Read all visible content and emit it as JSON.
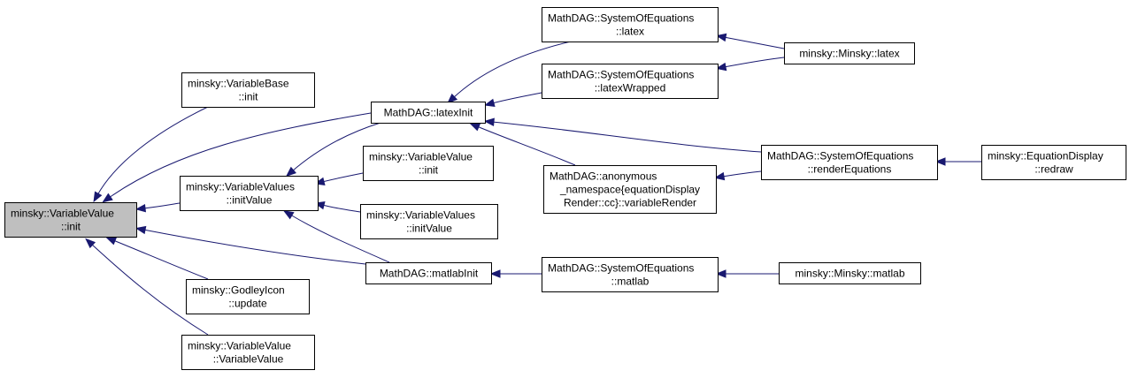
{
  "colors": {
    "edge": "#191970",
    "focus_fill": "#bfbfbf",
    "node_border": "#000000"
  },
  "nodes": [
    {
      "id": "vv_init",
      "focus": true,
      "lines": [
        "minsky::VariableValue",
        "::init"
      ]
    },
    {
      "id": "vb_init",
      "lines": [
        "minsky::VariableBase",
        "::init"
      ]
    },
    {
      "id": "vvs_initValue",
      "lines": [
        "minsky::VariableValues",
        "::initValue"
      ]
    },
    {
      "id": "godley_update",
      "lines": [
        "minsky::GodleyIcon",
        "::update"
      ]
    },
    {
      "id": "vv_ctor",
      "lines": [
        "minsky::VariableValue",
        "::VariableValue"
      ]
    },
    {
      "id": "latexInit",
      "lines": [
        "MathDAG::latexInit"
      ]
    },
    {
      "id": "vv_init2",
      "lines": [
        "minsky::VariableValue",
        "::init"
      ]
    },
    {
      "id": "vvs_initValue2",
      "lines": [
        "minsky::VariableValues",
        "::initValue"
      ]
    },
    {
      "id": "matlabInit",
      "lines": [
        "MathDAG::matlabInit"
      ]
    },
    {
      "id": "soe_latex",
      "lines": [
        "MathDAG::SystemOfEquations",
        "::latex"
      ]
    },
    {
      "id": "soe_latexWrapped",
      "lines": [
        "MathDAG::SystemOfEquations",
        "::latexWrapped"
      ]
    },
    {
      "id": "anon_variableRender",
      "lines": [
        "MathDAG::anonymous",
        "_namespace{equationDisplay",
        "Render::cc}::variableRender"
      ]
    },
    {
      "id": "soe_matlab",
      "lines": [
        "MathDAG::SystemOfEquations",
        "::matlab"
      ]
    },
    {
      "id": "minsky_latex",
      "lines": [
        "minsky::Minsky::latex"
      ]
    },
    {
      "id": "soe_renderEquations",
      "lines": [
        "MathDAG::SystemOfEquations",
        "::renderEquations"
      ]
    },
    {
      "id": "minsky_matlab",
      "lines": [
        "minsky::Minsky::matlab"
      ]
    },
    {
      "id": "eqdisplay_redraw",
      "lines": [
        "minsky::EquationDisplay",
        "::redraw"
      ]
    }
  ],
  "edges": [
    {
      "from": "vb_init",
      "to": "vv_init"
    },
    {
      "from": "latexInit",
      "to": "vv_init"
    },
    {
      "from": "vvs_initValue",
      "to": "vv_init"
    },
    {
      "from": "matlabInit",
      "to": "vv_init"
    },
    {
      "from": "godley_update",
      "to": "vv_init"
    },
    {
      "from": "vv_ctor",
      "to": "vv_init"
    },
    {
      "from": "latexInit",
      "to": "vvs_initValue"
    },
    {
      "from": "vv_init2",
      "to": "vvs_initValue"
    },
    {
      "from": "vvs_initValue2",
      "to": "vvs_initValue"
    },
    {
      "from": "matlabInit",
      "to": "vvs_initValue"
    },
    {
      "from": "soe_latex",
      "to": "latexInit"
    },
    {
      "from": "soe_latexWrapped",
      "to": "latexInit"
    },
    {
      "from": "soe_renderEquations",
      "to": "latexInit"
    },
    {
      "from": "anon_variableRender",
      "to": "latexInit"
    },
    {
      "from": "soe_matlab",
      "to": "matlabInit"
    },
    {
      "from": "minsky_latex",
      "to": "soe_latex"
    },
    {
      "from": "minsky_latex",
      "to": "soe_latexWrapped"
    },
    {
      "from": "soe_renderEquations",
      "to": "anon_variableRender"
    },
    {
      "from": "minsky_matlab",
      "to": "soe_matlab"
    },
    {
      "from": "eqdisplay_redraw",
      "to": "soe_renderEquations"
    }
  ]
}
